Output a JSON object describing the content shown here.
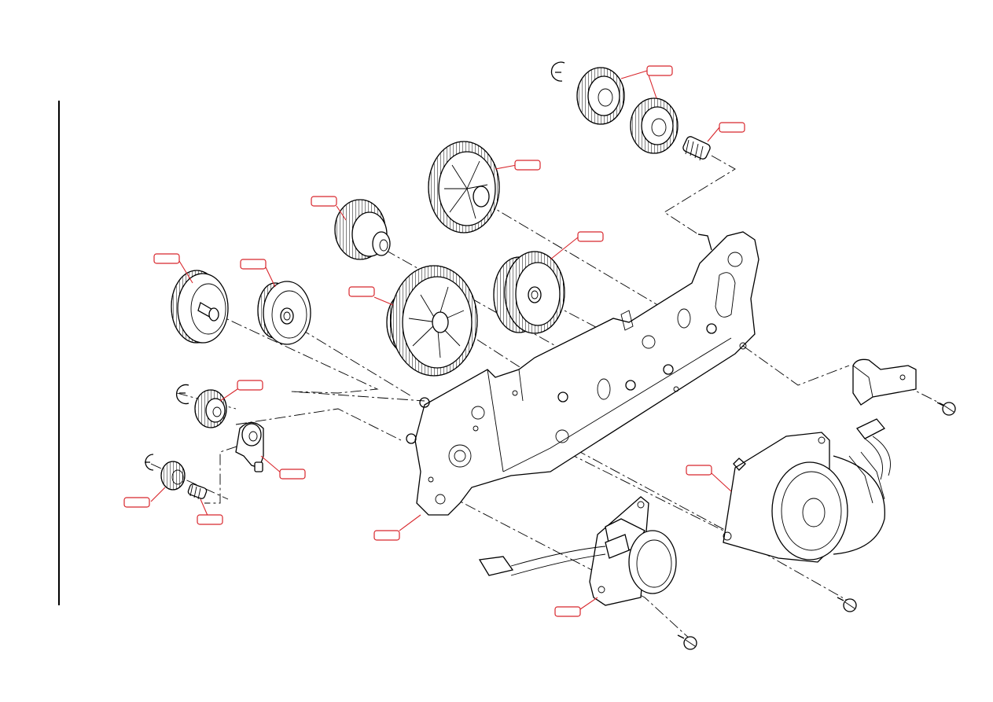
{
  "diagram": {
    "subject": "exploded-parts-view",
    "line_color": "#000000",
    "callout_color": "#d8262c",
    "callouts": [
      {
        "id": "c-top-gears",
        "label": ""
      },
      {
        "id": "c-spring-top",
        "label": ""
      },
      {
        "id": "c-big-gear-top",
        "label": ""
      },
      {
        "id": "c-pulley",
        "label": ""
      },
      {
        "id": "c-gear-mid-right",
        "label": ""
      },
      {
        "id": "c-gear-left",
        "label": ""
      },
      {
        "id": "c-gear-left2",
        "label": ""
      },
      {
        "id": "c-big-gear-mid",
        "label": ""
      },
      {
        "id": "c-small-gear",
        "label": ""
      },
      {
        "id": "c-lever",
        "label": ""
      },
      {
        "id": "c-gear-small-bottom",
        "label": ""
      },
      {
        "id": "c-spring-bottom",
        "label": ""
      },
      {
        "id": "c-frame",
        "label": ""
      },
      {
        "id": "c-motor-large",
        "label": ""
      },
      {
        "id": "c-motor-small",
        "label": ""
      }
    ]
  }
}
